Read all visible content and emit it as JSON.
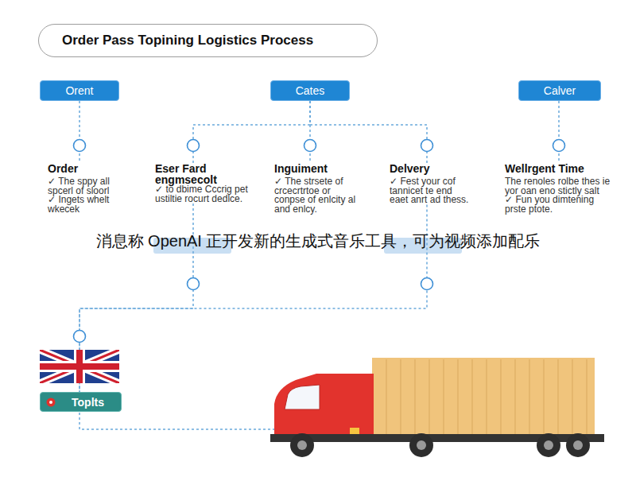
{
  "diagram": {
    "title": "Order Pass Topining Logistics Process",
    "nodes": [
      {
        "text": [
          "Orent"
        ]
      },
      {
        "text": [
          "Cates"
        ]
      },
      {
        "text": [
          "Calver"
        ]
      },
      {
        "text": [
          "Order",
          "✓ The sppy all spcerl of sloorl",
          "✓ Ingets whelt wkecek"
        ]
      },
      {
        "text": [
          "Eser Fard",
          "engmsecolt",
          "✓ to dbime Cccrig pet ustiltie rocurt dedlce."
        ]
      },
      {
        "text": [
          "Inguiment",
          "✓ The strsete of crcecrtrtoe or conpse of enlcity al and enlcy."
        ]
      },
      {
        "text": [
          "Delvery",
          "✓ Fest your cof tannicet te end eaet anrt ad thess."
        ]
      },
      {
        "text": [
          "Wellrgent Time",
          "The renoles rolbe thes ie yor oan eno stictly salt",
          "✓ Fun you dimtening prste ptote."
        ]
      },
      {
        "text": [
          "Toplts"
        ]
      }
    ],
    "edges": [
      {
        "from": 0,
        "to": 3,
        "arrow": "none"
      },
      {
        "from": 1,
        "to": 4,
        "arrow": "none"
      },
      {
        "from": 1,
        "to": 5,
        "arrow": "none"
      },
      {
        "from": 1,
        "to": 6,
        "arrow": "none"
      },
      {
        "from": 2,
        "to": 7,
        "arrow": "none"
      },
      {
        "from": 4,
        "to": 8,
        "arrow": "none"
      },
      {
        "from": 6,
        "to": 8,
        "arrow": "none"
      }
    ],
    "labels": [
      "消息称 OpenAI 正开发新的生成式音乐工具，可为视频添加配乐"
    ]
  }
}
